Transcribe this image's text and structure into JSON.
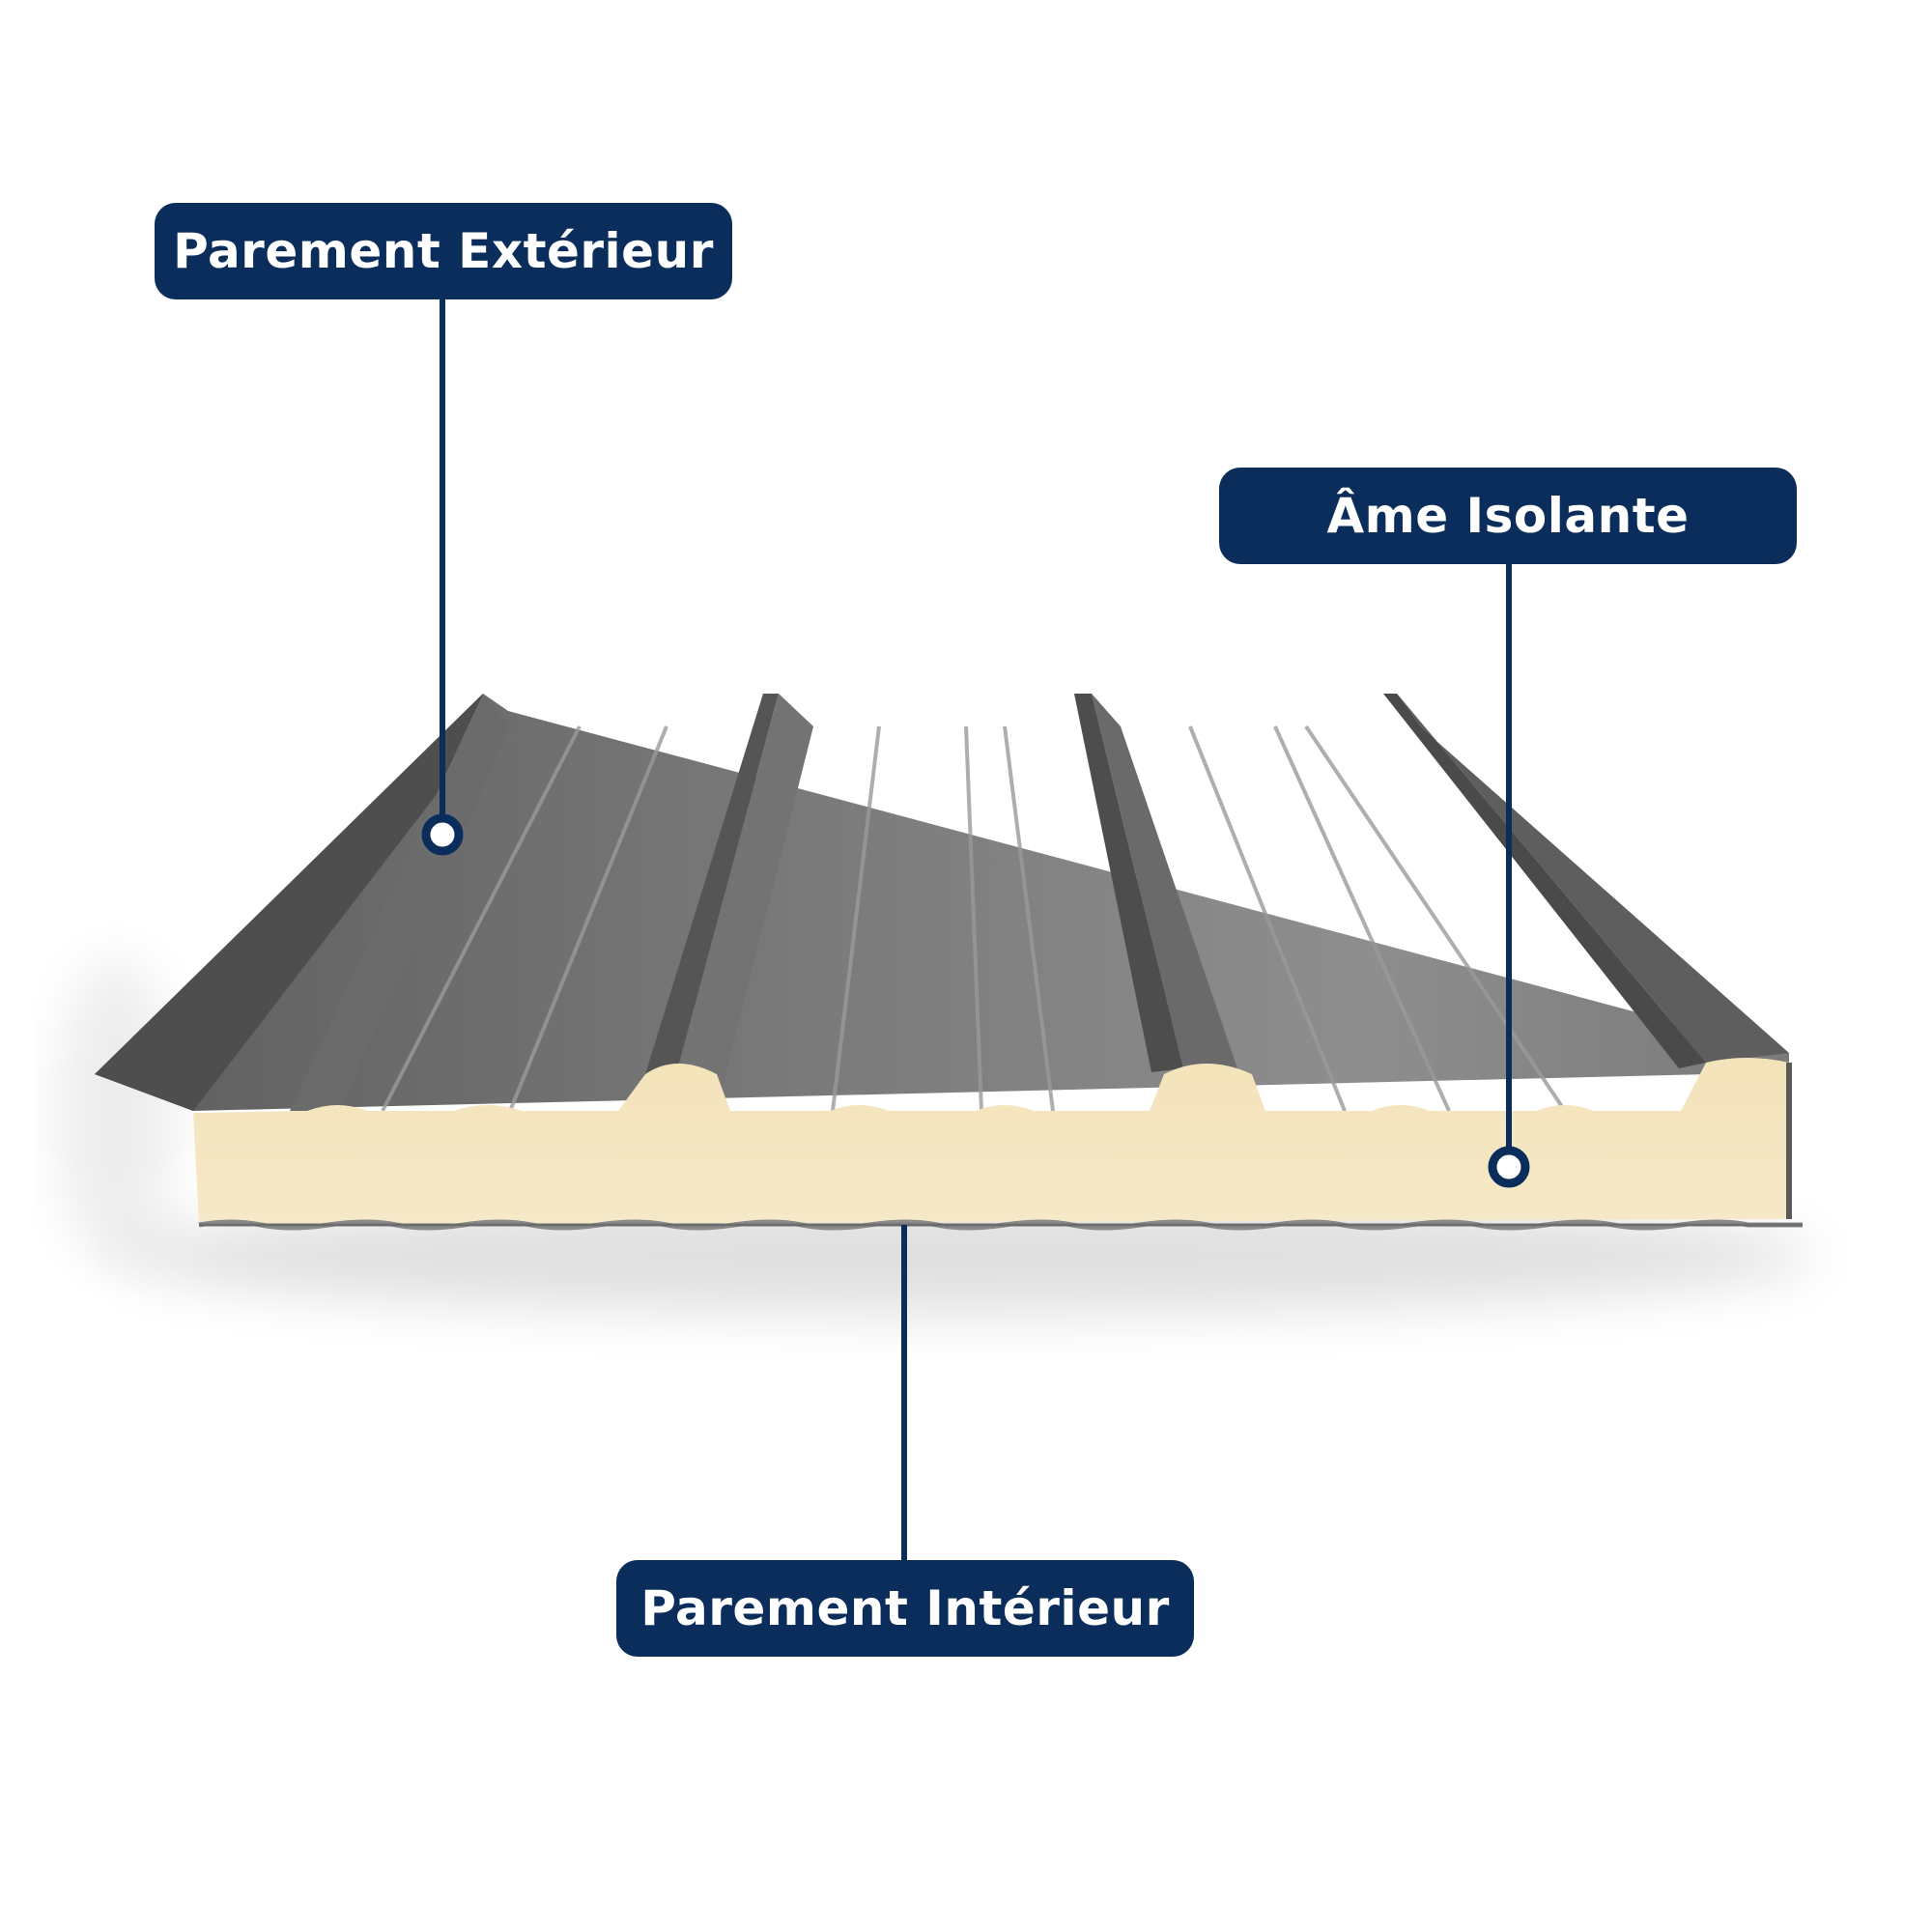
{
  "labels": {
    "exterior_facing": "Parement Extérieur",
    "insulating_core": "Âme Isolante",
    "interior_facing": "Parement Intérieur"
  },
  "colors": {
    "label_background": "#0b2d5b",
    "label_text": "#ffffff",
    "leader_line": "#0b2d5b",
    "steel_light": "#8d8d8d",
    "steel_mid": "#6f6f6f",
    "steel_dark": "#3f3f3f",
    "foam": "#f5e7c4"
  }
}
